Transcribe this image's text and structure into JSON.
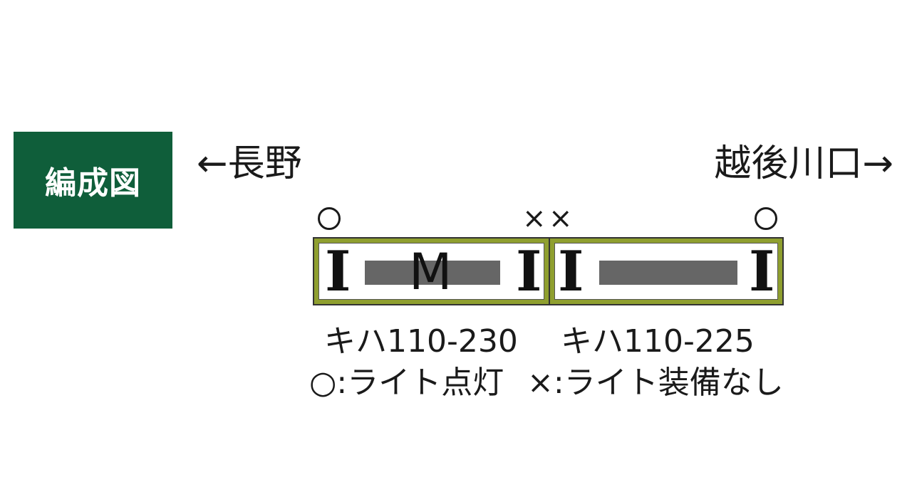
{
  "badge": {
    "label": "編成図"
  },
  "direction": {
    "left": "←長野",
    "right": "越後川口→"
  },
  "light_marks": {
    "circle": "○",
    "cross": "×"
  },
  "cars": [
    {
      "name": "キハ110-230",
      "axles": [
        "I",
        "I"
      ],
      "motor": "M"
    },
    {
      "name": "キハ110-225",
      "axles": [
        "I",
        "I"
      ],
      "motor": ""
    }
  ],
  "legend": {
    "circle": "○:ライト点灯",
    "cross": "×:ライト装備なし"
  },
  "colors": {
    "badge_bg": "#0f5e3a",
    "car_body": "#8f9f2f",
    "bar": "#666666"
  }
}
